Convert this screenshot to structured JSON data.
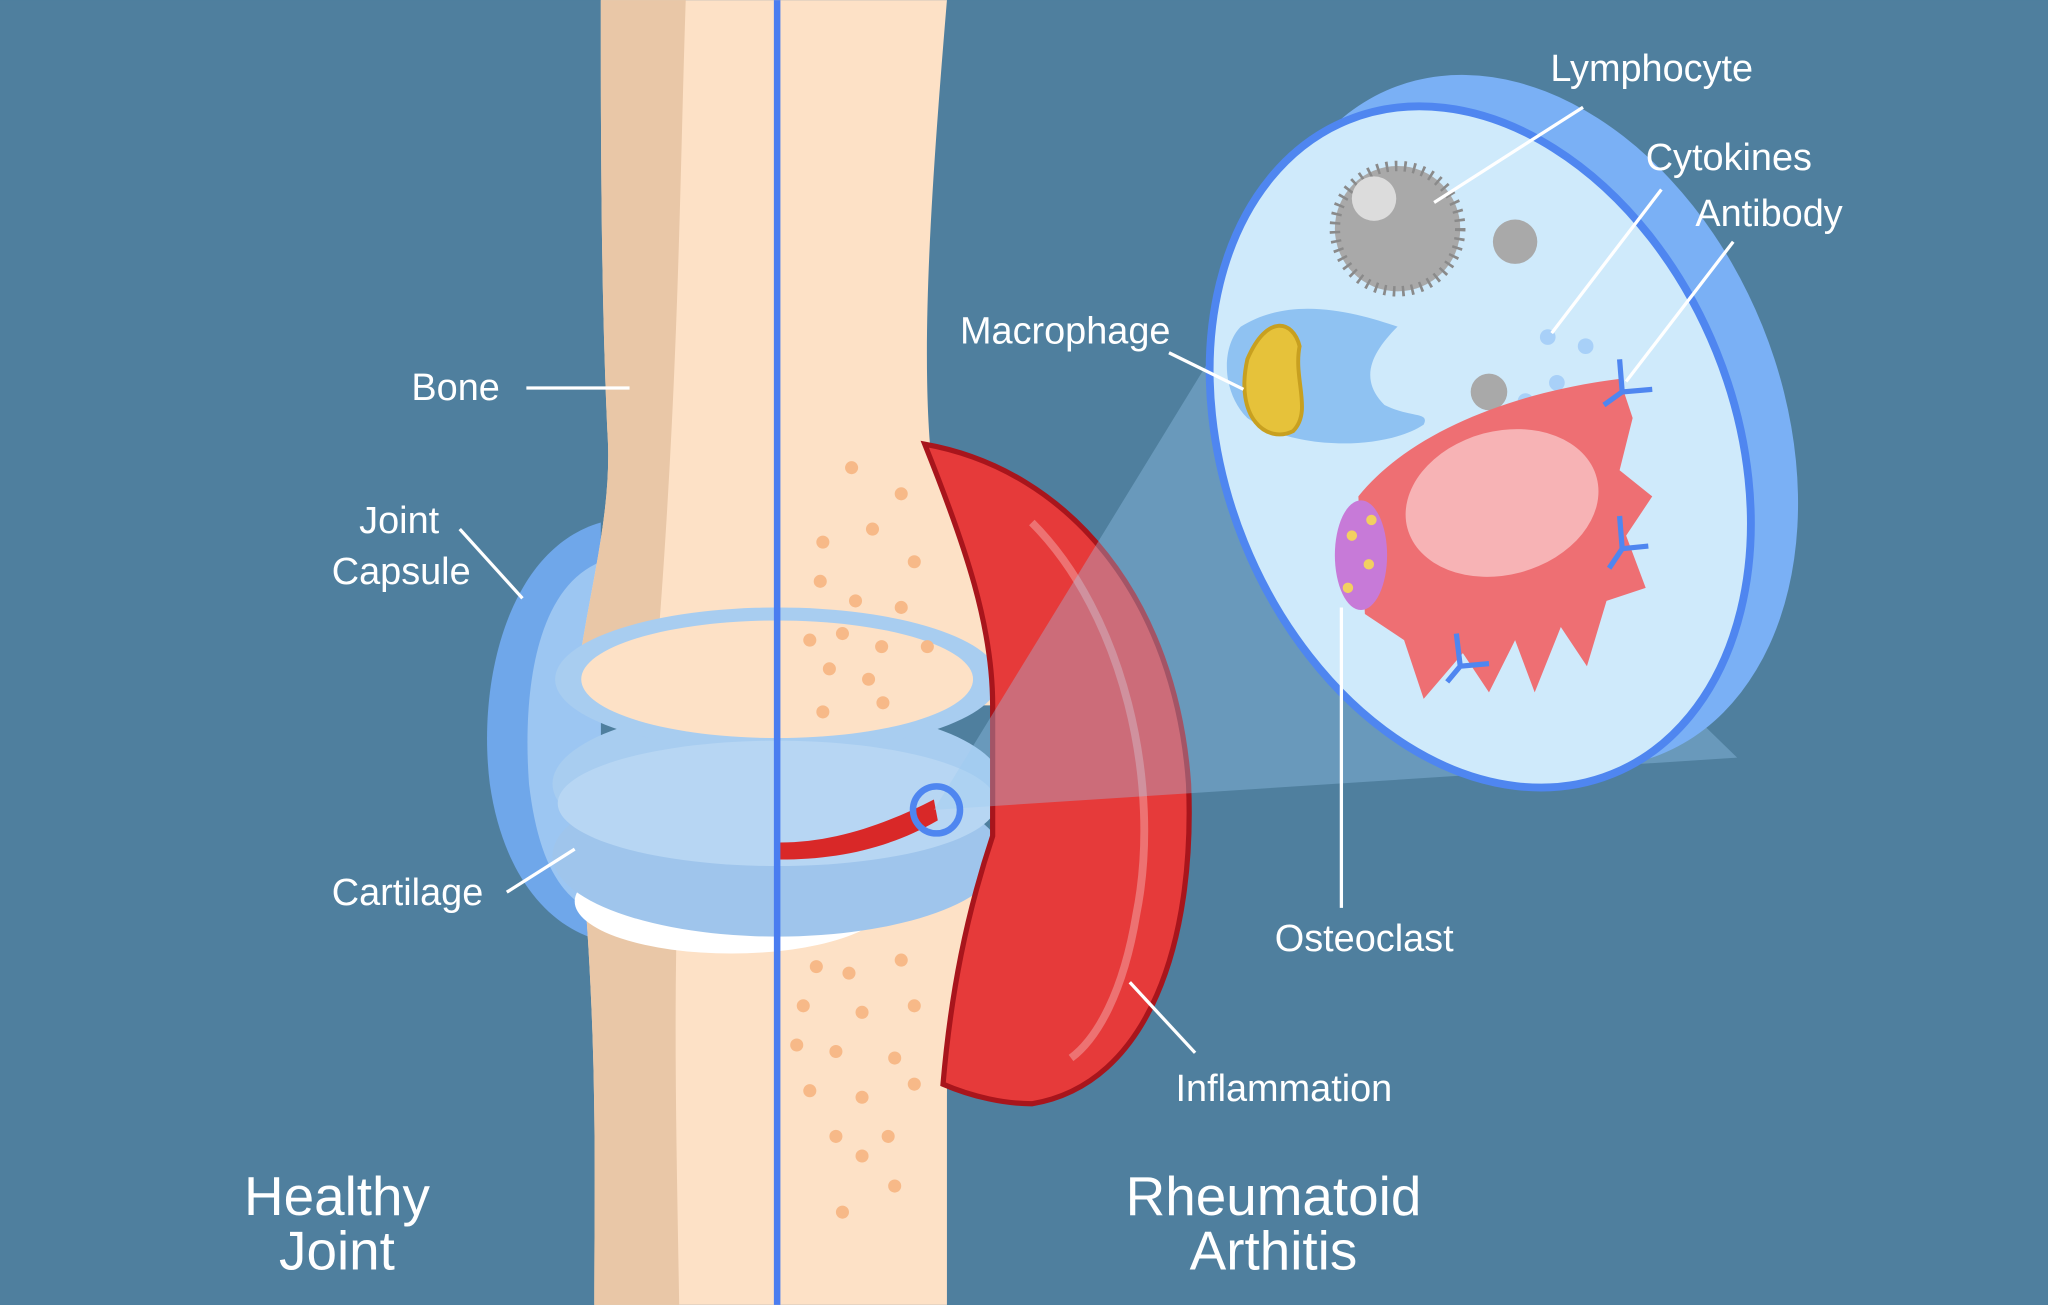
{
  "colors": {
    "background": "#4f7f9e",
    "bone_light": "#fde1c6",
    "bone_dark": "#e9c7a7",
    "cartilage": "#a8cdf0",
    "capsule": "#6fa7ea",
    "inflammation": "#e63a3a",
    "cell_border": "#4f86f0",
    "divider": "#4a7df0"
  },
  "labels": {
    "bone": "Bone",
    "joint_capsule_1": "Joint",
    "joint_capsule_2": "Capsule",
    "cartilage": "Cartilage",
    "macrophage": "Macrophage",
    "lymphocyte": "Lymphocyte",
    "cytokines": "Cytokines",
    "antibody": "Antibody",
    "osteoclast": "Osteoclast",
    "inflammation": "Inflammation"
  },
  "titles": {
    "healthy_1": "Healthy",
    "healthy_2": "Joint",
    "ra_1": "Rheumatoid",
    "ra_2": "Arthitis"
  }
}
